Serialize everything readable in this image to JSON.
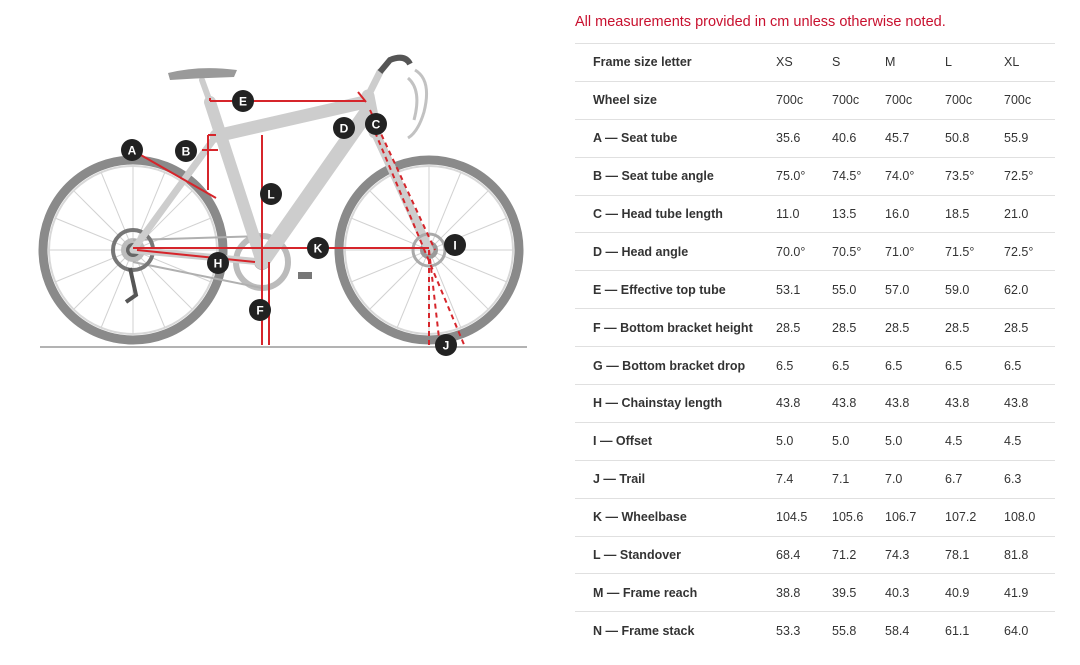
{
  "note": "All measurements provided in cm unless otherwise noted.",
  "table": {
    "header": {
      "label": "Frame size letter",
      "sizes": [
        "XS",
        "S",
        "M",
        "L",
        "XL"
      ]
    },
    "rows": [
      {
        "label": "Wheel size",
        "values": [
          "700c",
          "700c",
          "700c",
          "700c",
          "700c"
        ]
      },
      {
        "label": "A — Seat tube",
        "values": [
          "35.6",
          "40.6",
          "45.7",
          "50.8",
          "55.9"
        ]
      },
      {
        "label": "B — Seat tube angle",
        "values": [
          "75.0°",
          "74.5°",
          "74.0°",
          "73.5°",
          "72.5°"
        ]
      },
      {
        "label": "C — Head tube length",
        "values": [
          "11.0",
          "13.5",
          "16.0",
          "18.5",
          "21.0"
        ]
      },
      {
        "label": "D — Head angle",
        "values": [
          "70.0°",
          "70.5°",
          "71.0°",
          "71.5°",
          "72.5°"
        ]
      },
      {
        "label": "E — Effective top tube",
        "values": [
          "53.1",
          "55.0",
          "57.0",
          "59.0",
          "62.0"
        ]
      },
      {
        "label": "F — Bottom bracket height",
        "values": [
          "28.5",
          "28.5",
          "28.5",
          "28.5",
          "28.5"
        ]
      },
      {
        "label": "G — Bottom bracket drop",
        "values": [
          "6.5",
          "6.5",
          "6.5",
          "6.5",
          "6.5"
        ]
      },
      {
        "label": "H — Chainstay length",
        "values": [
          "43.8",
          "43.8",
          "43.8",
          "43.8",
          "43.8"
        ]
      },
      {
        "label": "I — Offset",
        "values": [
          "5.0",
          "5.0",
          "5.0",
          "4.5",
          "4.5"
        ]
      },
      {
        "label": "J — Trail",
        "values": [
          "7.4",
          "7.1",
          "7.0",
          "6.7",
          "6.3"
        ]
      },
      {
        "label": "K — Wheelbase",
        "values": [
          "104.5",
          "105.6",
          "106.7",
          "107.2",
          "108.0"
        ]
      },
      {
        "label": "L — Standover",
        "values": [
          "68.4",
          "71.2",
          "74.3",
          "78.1",
          "81.8"
        ]
      },
      {
        "label": "M — Frame reach",
        "values": [
          "38.8",
          "39.5",
          "40.3",
          "40.9",
          "41.9"
        ]
      },
      {
        "label": "N — Frame stack",
        "values": [
          "53.3",
          "55.8",
          "58.4",
          "61.1",
          "64.0"
        ]
      }
    ]
  },
  "diagram": {
    "markers": [
      "A",
      "B",
      "C",
      "D",
      "E",
      "F",
      "H",
      "I",
      "J",
      "K",
      "L"
    ],
    "colors": {
      "measure": "#d6252b",
      "marker_fill": "#222222",
      "frame": "#c8c8c8",
      "tire": "#8a8a8a",
      "ground": "#9a9a9a"
    }
  }
}
